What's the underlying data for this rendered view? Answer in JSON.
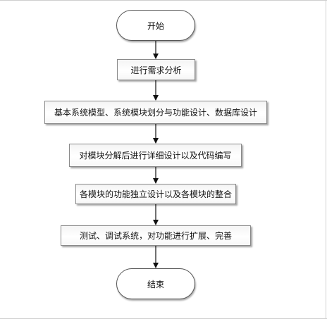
{
  "flowchart": {
    "start": "开始",
    "steps": [
      "进行需求分析",
      "基本系统模型、系统模块划分与功能设计、数据库设计",
      "对模块分解后进行详细设计以及代码编写",
      "各模块的功能独立设计以及各模块的整合",
      "测试、调试系统，对功能进行扩展、完善"
    ],
    "end": "结束"
  }
}
